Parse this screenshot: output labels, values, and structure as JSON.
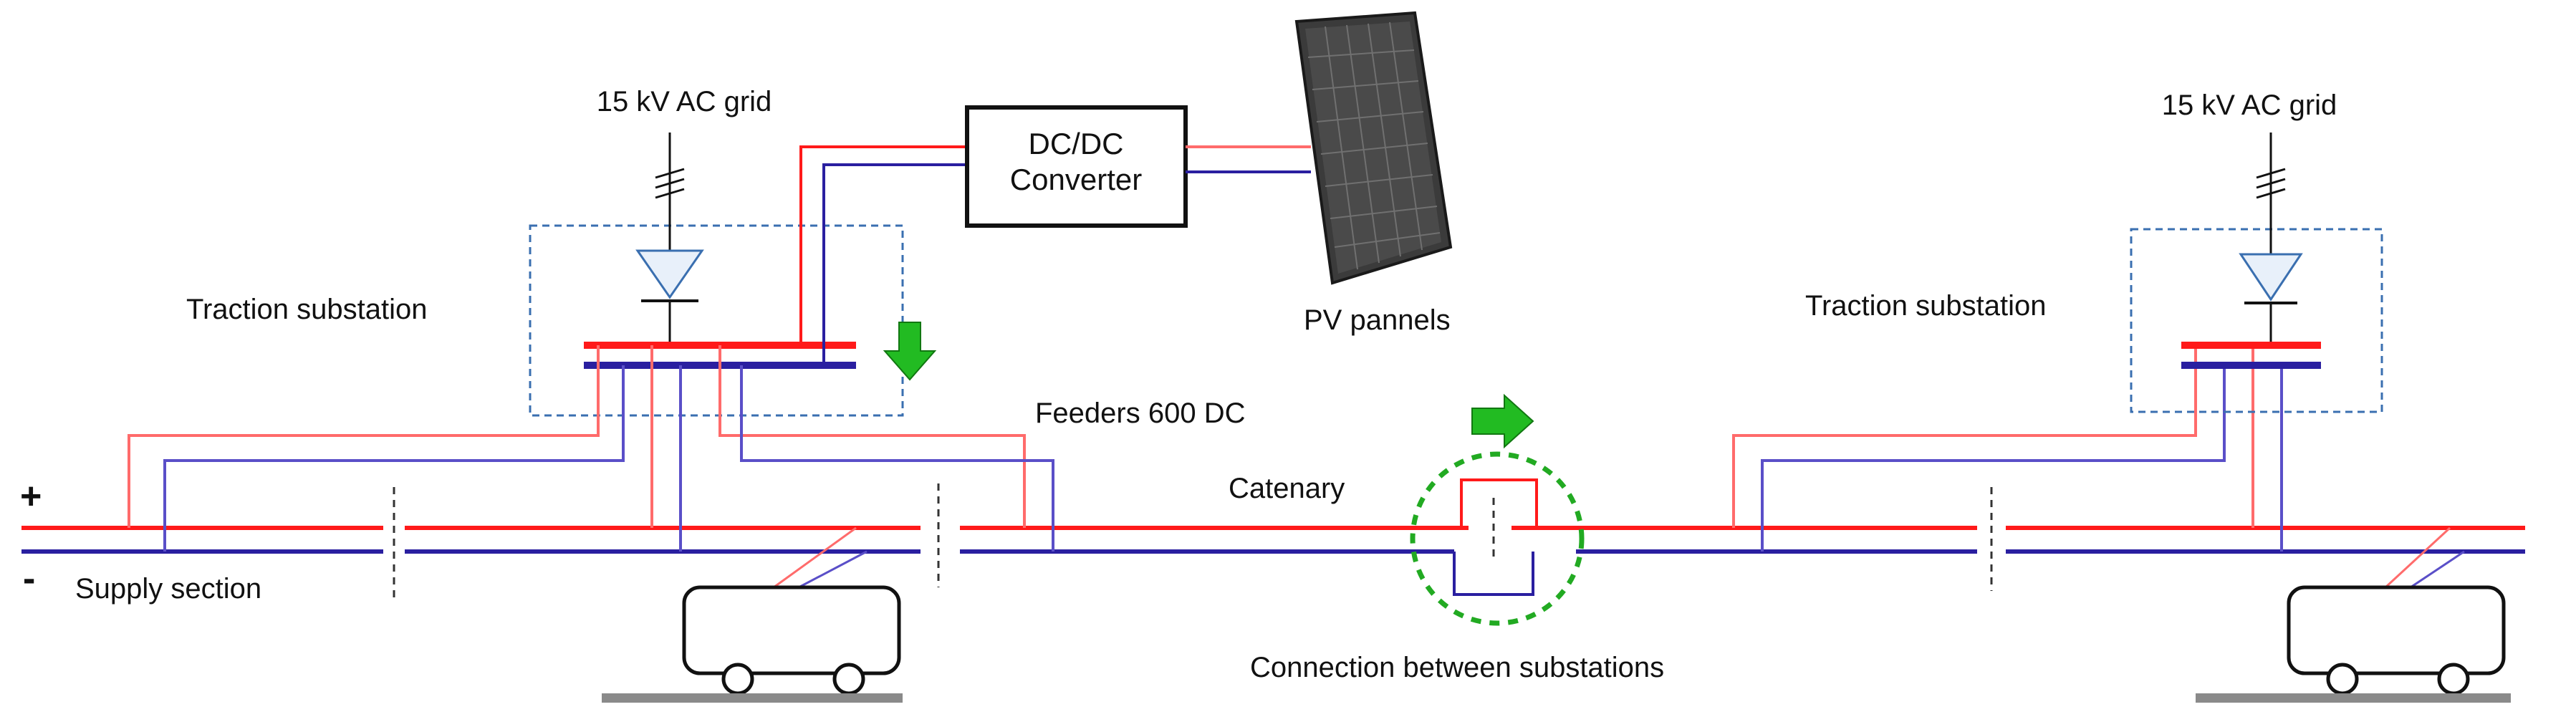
{
  "labels": {
    "grid_left": "15 kV AC grid",
    "grid_right": "15 kV AC grid",
    "substation_left": "Traction substation",
    "substation_right": "Traction substation",
    "converter_line1": "DC/DC",
    "converter_line2": "Converter",
    "pv": "PV pannels",
    "feeders": "Feeders 600 DC",
    "catenary": "Catenary",
    "plus": "+",
    "minus": "-",
    "supply_section": "Supply section",
    "connection": "Connection between substations"
  },
  "colors": {
    "positive": "#ff1a1a",
    "positive_light": "#ff6b6b",
    "negative": "#2a1fa0",
    "negative_light": "#5a4fc8",
    "arrow": "#22bb22",
    "box_dash": "#3a6fb0",
    "circle_dash": "#22aa22",
    "ground": "#8a8a8a"
  }
}
